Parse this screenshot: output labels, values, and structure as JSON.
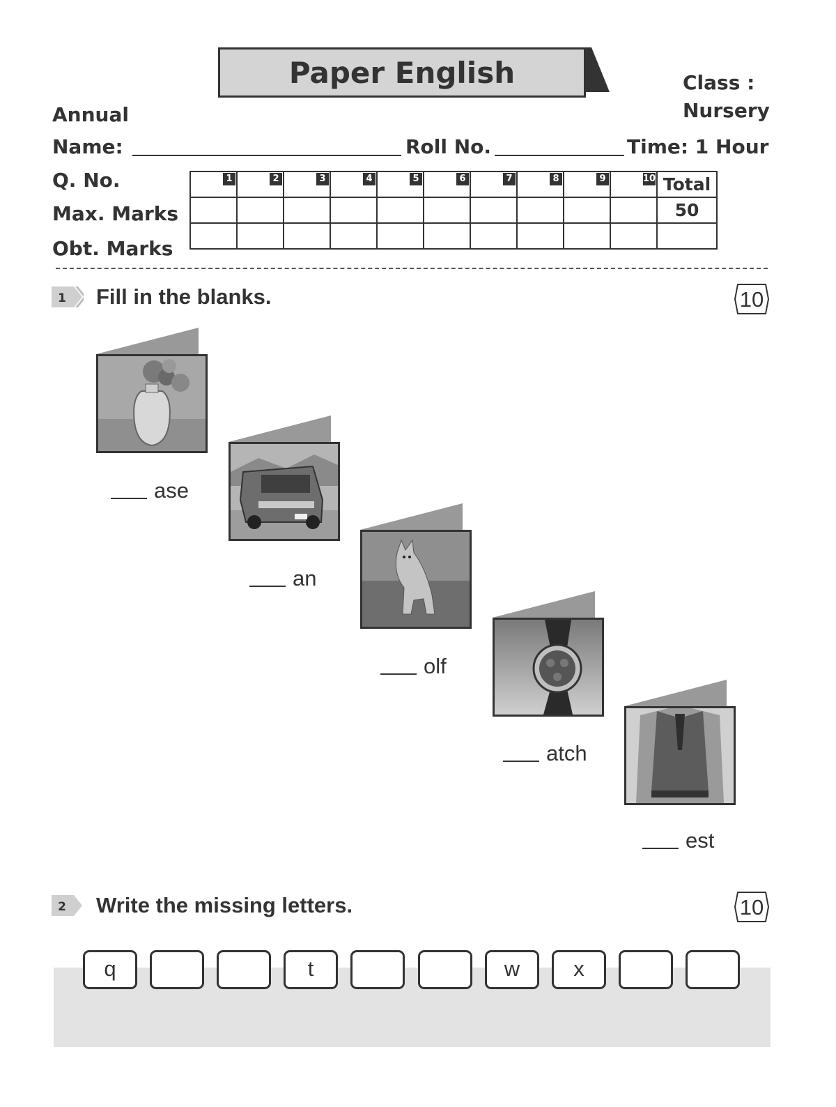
{
  "header": {
    "title": "Paper English",
    "exam": "Annual",
    "class_label": "Class :",
    "class_value": "Nursery",
    "name_label": "Name:",
    "roll_label": "Roll No.",
    "time_label": "Time: 1 Hour"
  },
  "marks_table": {
    "row_labels": [
      "Q. No.",
      "Max. Marks",
      "Obt. Marks"
    ],
    "question_numbers": [
      "1",
      "2",
      "3",
      "4",
      "5",
      "6",
      "7",
      "8",
      "9",
      "10"
    ],
    "total_label": "Total",
    "total_max": "50"
  },
  "q1": {
    "number": "1",
    "text": "Fill in the blanks.",
    "marks": "10",
    "items": [
      {
        "picture": "vase-picture",
        "word": "ase"
      },
      {
        "picture": "van-picture",
        "word": "an"
      },
      {
        "picture": "wolf-picture",
        "word": "olf"
      },
      {
        "picture": "watch-picture",
        "word": "atch"
      },
      {
        "picture": "vest-picture",
        "word": "est"
      }
    ]
  },
  "q2": {
    "number": "2",
    "text": "Write the missing letters.",
    "marks": "10",
    "letters": [
      "q",
      "",
      "",
      "t",
      "",
      "",
      "w",
      "x",
      "",
      ""
    ]
  }
}
